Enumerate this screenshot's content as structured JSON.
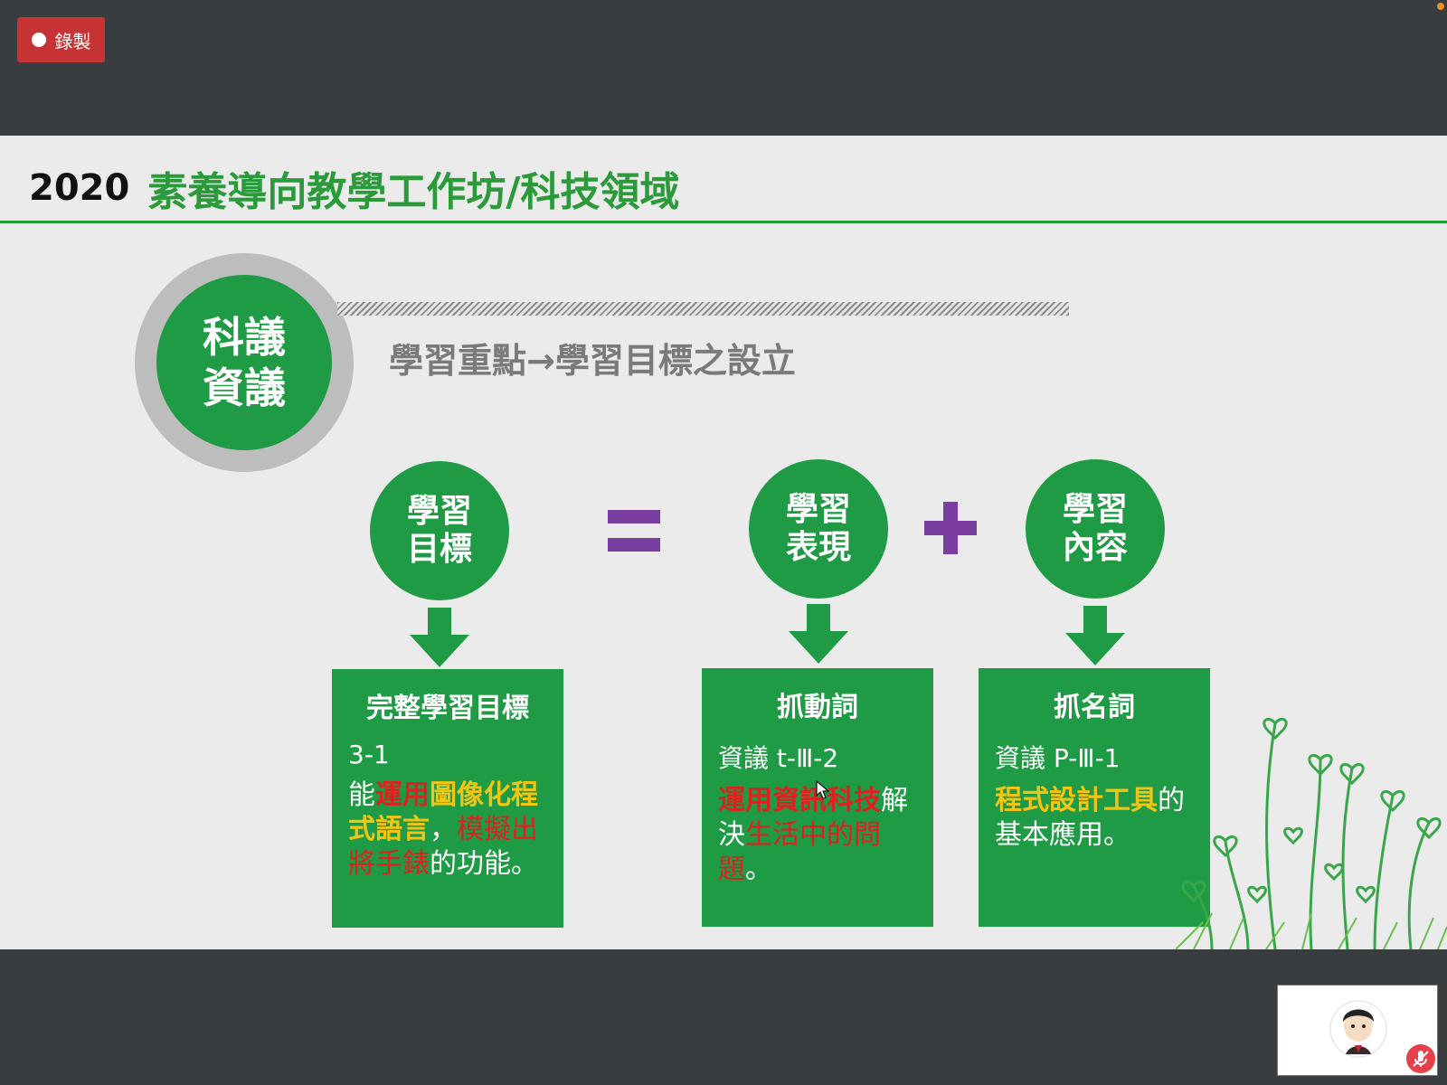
{
  "recording": {
    "label": "錄製"
  },
  "slide": {
    "title_year": "2020",
    "title_text": "素養導向教學工作坊/科技領域",
    "badge": {
      "line1": "科議",
      "line2": "資議"
    },
    "subtitle": "學習重點→學習目標之設立",
    "circles": {
      "goal": {
        "line1": "學習",
        "line2": "目標"
      },
      "performance": {
        "line1": "學習",
        "line2": "表現"
      },
      "content": {
        "line1": "學習",
        "line2": "內容"
      }
    },
    "operators": {
      "equals": "=",
      "plus": "+"
    },
    "boxes": {
      "goal": {
        "heading": "完整學習目標",
        "code": "3-1",
        "p1": "能",
        "p2": "運用",
        "p3": "圖像化程式語言",
        "p4": "，",
        "p5": "模擬出將手錶",
        "p6": "的功能。"
      },
      "performance": {
        "heading": "抓動詞",
        "code": "資議 t-Ⅲ-2",
        "p1": "運用資訊科技",
        "p2": "解決",
        "p3": "生活中的問題",
        "p4": "。"
      },
      "content": {
        "heading": "抓名詞",
        "code": "資議 P-Ⅲ-1",
        "p1": "程式設計工具",
        "p2": "的基本應用。"
      }
    }
  },
  "colors": {
    "green": "#1f9a45",
    "title_green": "#2a9a3a",
    "red_highlight": "#e0201e",
    "yellow_highlight": "#f2c413",
    "operator_purple": "#7a3ea0",
    "record_red": "#c53334"
  },
  "icons": {
    "record": "record-dot-icon",
    "mic": "mic-muted-icon",
    "cursor": "mouse-cursor-icon"
  }
}
